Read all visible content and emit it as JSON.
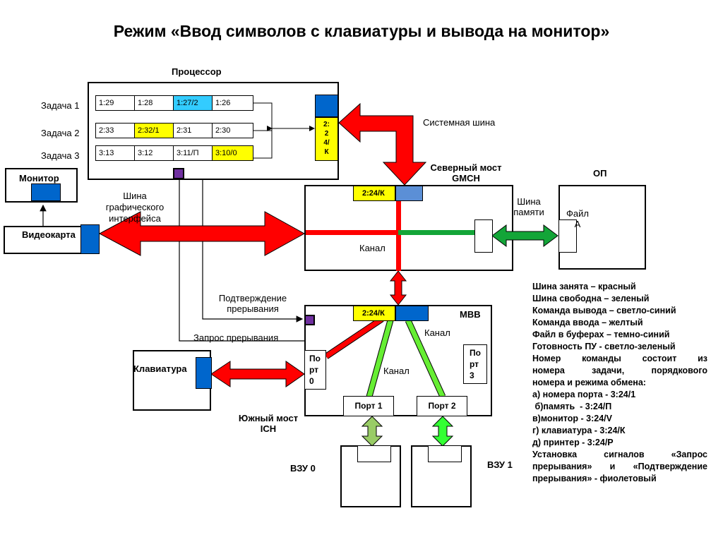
{
  "title": "Режим  «Ввод символов с клавиатуры и вывода на монитор»",
  "processor": {
    "label": "Процессор",
    "tasks": [
      {
        "label": "Задача 1",
        "cells": [
          "1:29",
          "1:28",
          "1:27/2",
          "1:26"
        ]
      },
      {
        "label": "Задача 2",
        "cells": [
          "2:33",
          "2:32/1",
          "2:31",
          "2:30"
        ]
      },
      {
        "label": "Задача 3",
        "cells": [
          "3:13",
          "3:12",
          "3:11/П",
          "3:10/0"
        ]
      }
    ],
    "buffer_lines": [
      "2:",
      "2",
      "4/",
      "К"
    ]
  },
  "system_bus_label": "Системная шина",
  "north_bridge": {
    "label_line1": "Северный мост",
    "label_line2": "GMCH",
    "buffer": "2:24/К",
    "channel_label": "Канал"
  },
  "op": {
    "label": "ОП",
    "file_line1": "Файл",
    "file_line2": "А"
  },
  "memory_bus": {
    "line1": "Шина",
    "line2": "памяти"
  },
  "monitor_label": "Монитор",
  "videocard_label": "Видеокарта",
  "graphics_bus": {
    "line1": "Шина",
    "line2": "графического",
    "line3": "интерфейса"
  },
  "interrupt_ack": {
    "line1": "Подтверждение",
    "line2": "прерывания"
  },
  "interrupt_request": "Запрос  прерывания",
  "mvv": {
    "label": "МВВ",
    "buffer": "2:24/К",
    "channel_label_1": "Канал",
    "channel_label_2": "Канал",
    "port0_lines": [
      "По",
      "рт",
      "0"
    ],
    "port3_lines": [
      "По",
      "рт",
      "3"
    ],
    "port1": "Порт 1",
    "port2": "Порт 2"
  },
  "keyboard_label": "Клавиатура",
  "south_bridge": {
    "line1": "Южный мост",
    "line2": "ICH"
  },
  "vzu0": "ВЗУ 0",
  "vzu1": "ВЗУ 1",
  "colors": {
    "busy": "#ff0000",
    "free": "#13a538",
    "output": "#33ccff",
    "input": "#ffff00",
    "file": "#0066cc",
    "ready": "#99ff66",
    "interrupt": "#7030a0"
  },
  "legend": [
    "Шина занята – красный",
    "Шина свободна – зеленый",
    "Команда вывода –  светло-синий",
    "Команда ввода – желтый",
    "Файл в буферах – темно-синий",
    "Готовность ПУ  - светло-зеленый",
    "Номер команды состоит из",
    "номера задачи, порядкового",
    "номера  и режима обмена:",
    "а) номера порта    -  3:24/1",
    " б)память  - 3:24/П",
    "в)монитор  - 3:24/V",
    "г) клавиатура  - 3:24/К",
    "д) принтер  - 3:24/Р",
    "Установка сигналов «Запрос",
    "прерывания» и «Подтверждение",
    "прерывания»  - фиолетовый"
  ]
}
